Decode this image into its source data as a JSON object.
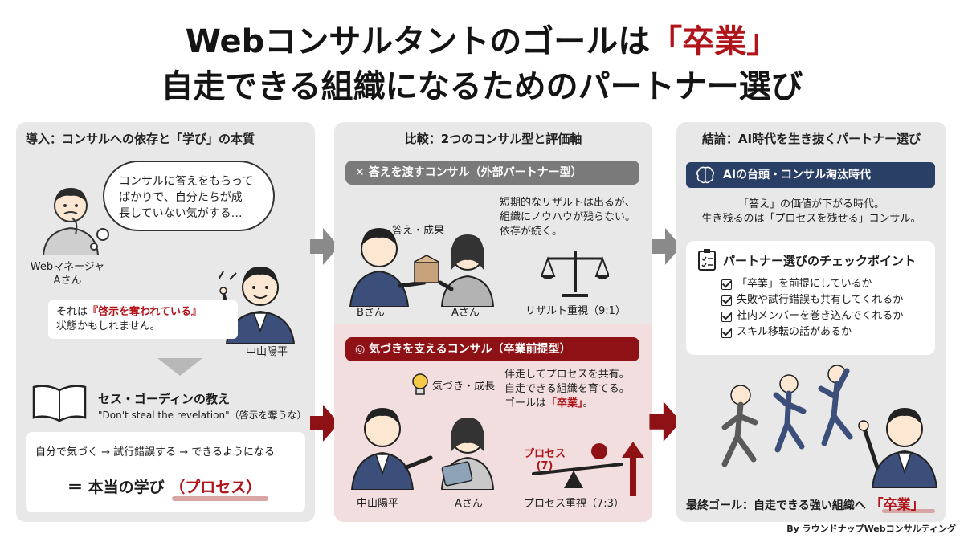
{
  "title": {
    "line1_pre": "Webコンサルタントのゴールは",
    "line1_accent": "「卒業」",
    "line2": "自走できる組織になるためのパートナー選び"
  },
  "left": {
    "heading": "導入：コンサルへの依存と「学び」の本質",
    "bubble_line1": "コンサルに答えをもらって",
    "bubble_line2": "ばかりで、自分たちが成",
    "bubble_line3": "長していない気がする…",
    "manager_line1": "Webマネージャ",
    "manager_line2": "Aさん",
    "quote_pre": "それは",
    "quote_red": "『啓示を奪われている』",
    "quote_post": "状態かもしれません。",
    "consultant_name": "中山陽平",
    "seth_title": "セス・ゴーディンの教え",
    "seth_quote": "\"Don't steal the revelation\"（啓示を奪うな）",
    "steps": "自分で気づく → 試行錯誤する → できるようになる",
    "result_pre": "＝ 本当の学び",
    "result_red": "（プロセス）"
  },
  "middle": {
    "heading": "比較：2つのコンサル型と評価軸",
    "top": {
      "pill_icon": "✕",
      "pill_label": "答えを渡すコンサル（外部パートナー型）",
      "box_label": "答え・成果",
      "text_line1": "短期的なリザルトは出るが、",
      "text_line2": "組織にノウハウが残らない。",
      "text_line3": "依存が続く。",
      "person_b": "Bさん",
      "person_a": "Aさん",
      "scale_label": "リザルト重視（9:1）"
    },
    "bottom": {
      "pill_icon": "◎",
      "pill_label": "気づきを支えるコンサル（卒業前提型）",
      "insight_label": "気づき・成長",
      "text_line1": "伴走してプロセスを共有。",
      "text_line2": "自走できる組織を育てる。",
      "text_line3_pre": "ゴールは",
      "text_line3_red": "「卒業」",
      "text_line3_post": "。",
      "person_consultant": "中山陽平",
      "person_a": "Aさん",
      "process_label_line1": "プロセス",
      "process_label_line2": "(7)",
      "scale_label": "プロセス重視（7:3）"
    }
  },
  "right": {
    "heading": "結論：AI時代を生き抜くパートナー選び",
    "banner": "AIの台頭・コンサル淘汰時代",
    "text_line1": "「答え」の価値が下がる時代。",
    "text_line2": "生き残るのは「プロセスを残せる」コンサル。",
    "check_title": "パートナー選びのチェックポイント",
    "checks": [
      "「卒業」を前提にしているか",
      "失敗や試行錯誤も共有してくれるか",
      "社内メンバーを巻き込んでくれるか",
      "スキル移転の話があるか"
    ],
    "goal_pre": "最終ゴール：自走できる強い組織へ",
    "goal_red": "「卒業」"
  },
  "footer": "By ラウンドナップWebコンサルティング",
  "colors": {
    "accent_red": "#b0141a",
    "dark_red": "#8e1116",
    "panel_gray": "#e8e8e8",
    "pink": "#f2dede",
    "navy": "#2a3f66"
  },
  "icons": [
    "worried-person-icon",
    "consultant-icon",
    "book-icon",
    "box-icon",
    "scale-icon",
    "lightbulb-icon",
    "seesaw-icon",
    "up-arrow-icon",
    "brain-icon",
    "checklist-icon",
    "running-team-icon",
    "chevron-right-icon"
  ]
}
